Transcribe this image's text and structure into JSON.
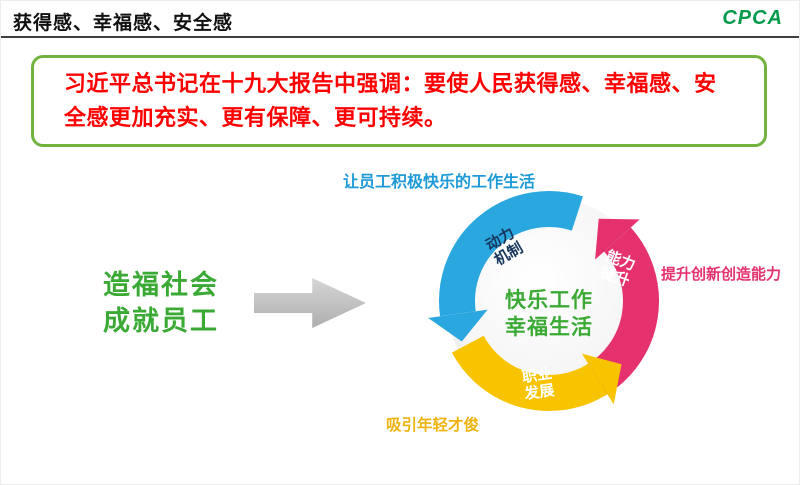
{
  "header": {
    "title": "获得感、幸福感、安全感",
    "logo_text": "CPCA"
  },
  "quote_box": {
    "text": "习近平总书记在十九大报告中强调：要使人民获得感、幸福感、安全感更加充实、更有保障、更可持续。"
  },
  "diagram": {
    "top_label": "让员工积极快乐的工作生活",
    "left_slogan": {
      "line1": "造福社会",
      "line2": "成就员工"
    },
    "center": {
      "line1": "快乐工作",
      "line2": "幸福生活"
    },
    "right_label": "提升创新创造能力",
    "bottom_label": "吸引年轻才俊",
    "arrows": [
      {
        "name": "motivation-mechanism",
        "line1": "动力",
        "line2": "机制",
        "color": "#2BA7E0",
        "text_color": "#17365D"
      },
      {
        "name": "ability-improvement",
        "line1": "能力",
        "line2": "提升",
        "color": "#E5326E",
        "text_color": "#FFFFFF"
      },
      {
        "name": "career-development",
        "line1": "职业",
        "line2": "发展",
        "color": "#F8C400",
        "text_color": "#FFFFFF"
      }
    ]
  },
  "colors": {
    "title_text": "#111111",
    "logo_green": "#009A49",
    "box_border_green": "#72B33F",
    "quote_red": "#FF0000",
    "slogan_green": "#3AAA35",
    "top_label_blue": "#1E9AD6",
    "right_label_pink": "#E5326E",
    "bottom_label_yellow": "#EFB310",
    "gray_arrow": "#C3C3C3"
  }
}
